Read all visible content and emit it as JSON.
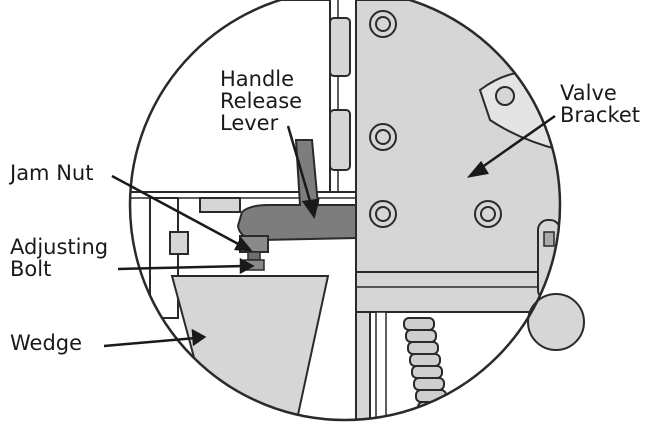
{
  "labels": {
    "handle_release_lever": [
      "Handle",
      "Release",
      "Lever"
    ],
    "valve_bracket": [
      "Valve",
      "Bracket"
    ],
    "jam_nut": "Jam Nut",
    "adjusting_bolt": [
      "Adjusting",
      "Bolt"
    ],
    "wedge": "Wedge"
  },
  "colors": {
    "part_fill": "#d6d6d6",
    "lever_fill": "#7d7d7d",
    "outline": "#2a2a2a",
    "background": "#ffffff"
  }
}
